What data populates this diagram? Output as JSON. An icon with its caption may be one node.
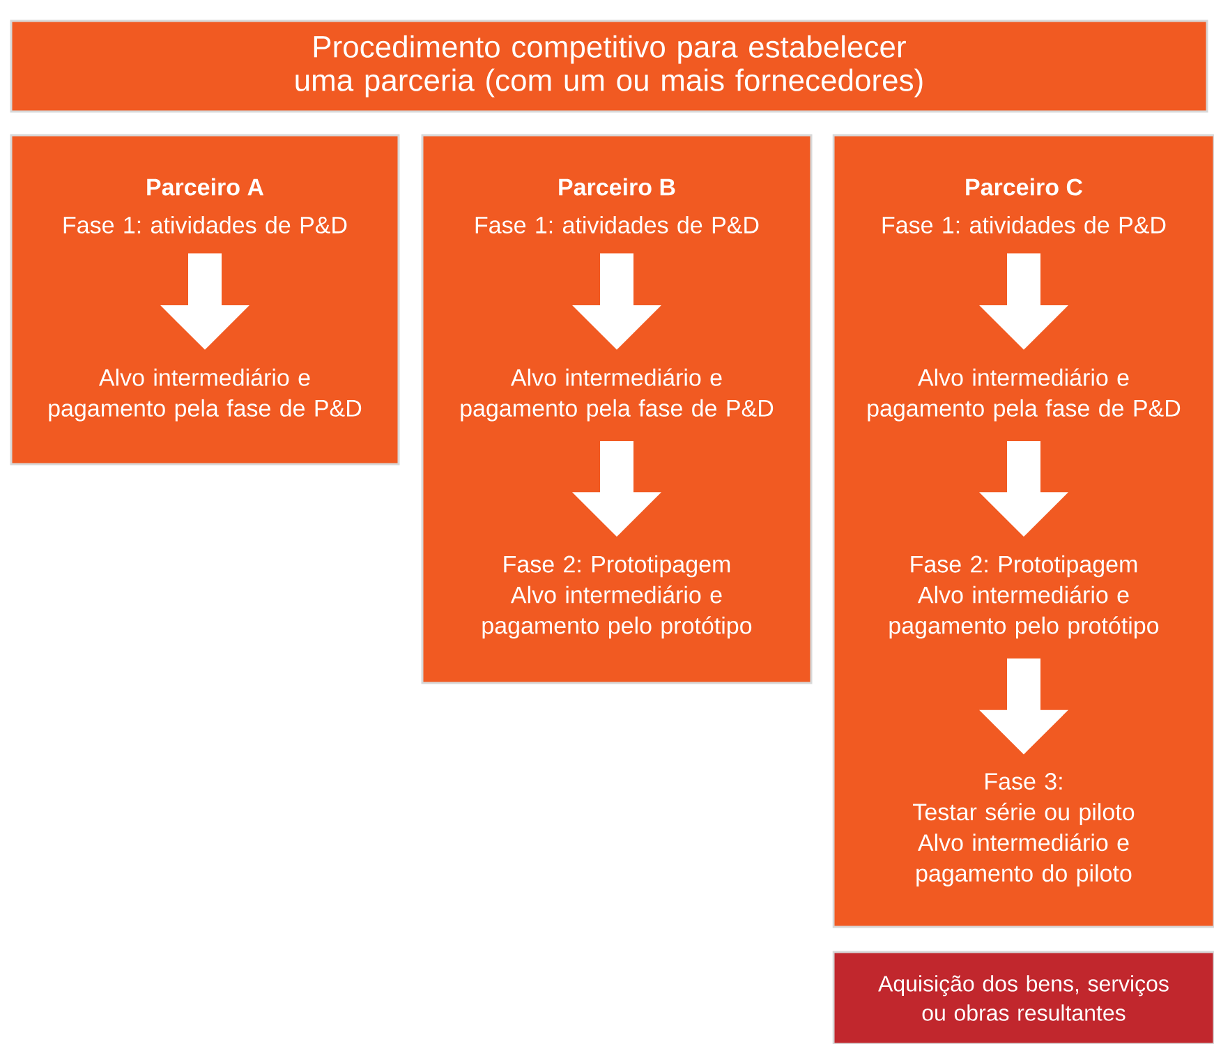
{
  "diagram": {
    "nodes": [
      {
        "text": [
          "Procedimento competitivo para estabelecer uma parceria (com um ou mais fornecedores)"
        ]
      },
      {
        "text": [
          "Parceiro A"
        ]
      },
      {
        "text": [
          "Fase 1: atividades de P&D"
        ],
        "in": 1
      },
      {
        "text": [
          "Alvo intermediário e pagamento pela fase de P&D"
        ],
        "in": 1
      },
      {
        "text": [
          "Parceiro B"
        ]
      },
      {
        "text": [
          "Fase 1: atividades de P&D"
        ],
        "in": 4
      },
      {
        "text": [
          "Alvo intermediário e pagamento pela fase de P&D"
        ],
        "in": 4
      },
      {
        "text": [
          "Fase 2: Prototipagem",
          "Alvo intermediário e pagamento pelo protótipo"
        ],
        "in": 4
      },
      {
        "text": [
          "Parceiro C"
        ]
      },
      {
        "text": [
          "Fase 1: atividades de P&D"
        ],
        "in": 8
      },
      {
        "text": [
          "Alvo intermediário e pagamento pela fase de P&D"
        ],
        "in": 8
      },
      {
        "text": [
          "Fase 2: Prototipagem",
          "Alvo intermediário e pagamento pelo protótipo"
        ],
        "in": 8
      },
      {
        "text": [
          "Fase 3:",
          "Testar série ou piloto",
          "Alvo intermediário e pagamento do piloto"
        ],
        "in": 8
      },
      {
        "text": [
          "Aquisição dos bens, serviços ou obras resultantes"
        ]
      }
    ],
    "edges": [
      {
        "from": 2,
        "to": 3,
        "arrow": "to"
      },
      {
        "from": 5,
        "to": 6,
        "arrow": "to"
      },
      {
        "from": 6,
        "to": 7,
        "arrow": "to"
      },
      {
        "from": 9,
        "to": 10,
        "arrow": "to"
      },
      {
        "from": 10,
        "to": 11,
        "arrow": "to"
      },
      {
        "from": 11,
        "to": 12,
        "arrow": "to"
      }
    ]
  }
}
